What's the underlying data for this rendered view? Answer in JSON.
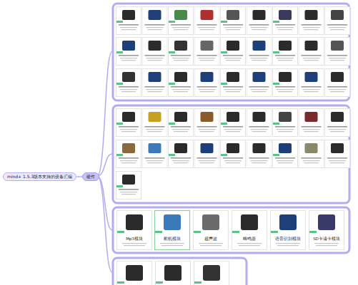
{
  "diagram": {
    "nodes": [
      {
        "text": [
          "mind+ 1.5.3版本支持的设备汇编"
        ]
      },
      {
        "text": [
          "硬件"
        ]
      },
      {
        "text": [
          "Mp3模块"
        ]
      },
      {
        "text": [
          "舵机模块"
        ]
      },
      {
        "text": [
          "超声波"
        ]
      },
      {
        "text": [
          "蜂鸣器"
        ]
      },
      {
        "text": [
          "语音识别模块"
        ]
      },
      {
        "text": [
          "SD卡读卡模块"
        ]
      }
    ],
    "edges": [
      {
        "from": 0,
        "to": 1,
        "arrow": "none"
      }
    ]
  }
}
